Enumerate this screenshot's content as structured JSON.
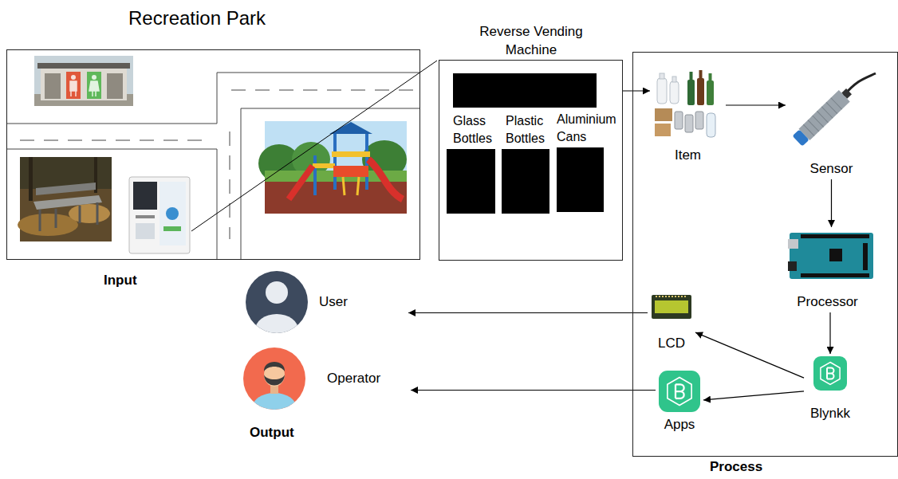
{
  "diagram": {
    "nodes": [
      {
        "text": [
          "Recreation Park"
        ]
      },
      {
        "text": [
          "Reverse Vending Machine"
        ]
      },
      {
        "text": [
          "Glass Bottles"
        ],
        "in": 1
      },
      {
        "text": [
          "Plastic Bottles"
        ],
        "in": 1
      },
      {
        "text": [
          "Aluminium Cans"
        ],
        "in": 1
      },
      {
        "text": [
          "Process"
        ]
      },
      {
        "text": [
          "Item"
        ],
        "in": 5
      },
      {
        "text": [
          "Sensor"
        ],
        "in": 5
      },
      {
        "text": [
          "Processor"
        ],
        "in": 5
      },
      {
        "text": [
          "Blynkk"
        ],
        "in": 5
      },
      {
        "text": [
          "LCD"
        ],
        "in": 5
      },
      {
        "text": [
          "Apps"
        ],
        "in": 5
      },
      {
        "text": [
          "User"
        ]
      },
      {
        "text": [
          "Operator"
        ]
      }
    ],
    "edges": [
      {
        "from": 1,
        "to": 6,
        "arrow": "to"
      },
      {
        "from": 6,
        "to": 7,
        "arrow": "to"
      },
      {
        "from": 7,
        "to": 8,
        "arrow": "to"
      },
      {
        "from": 8,
        "to": 9,
        "arrow": "to"
      },
      {
        "from": 9,
        "to": 10,
        "arrow": "to"
      },
      {
        "from": 9,
        "to": 11,
        "arrow": "to"
      },
      {
        "from": 10,
        "to": 12,
        "arrow": "to"
      },
      {
        "from": 11,
        "to": 13,
        "arrow": "to"
      }
    ],
    "labels": [
      "Input",
      "Output"
    ]
  }
}
